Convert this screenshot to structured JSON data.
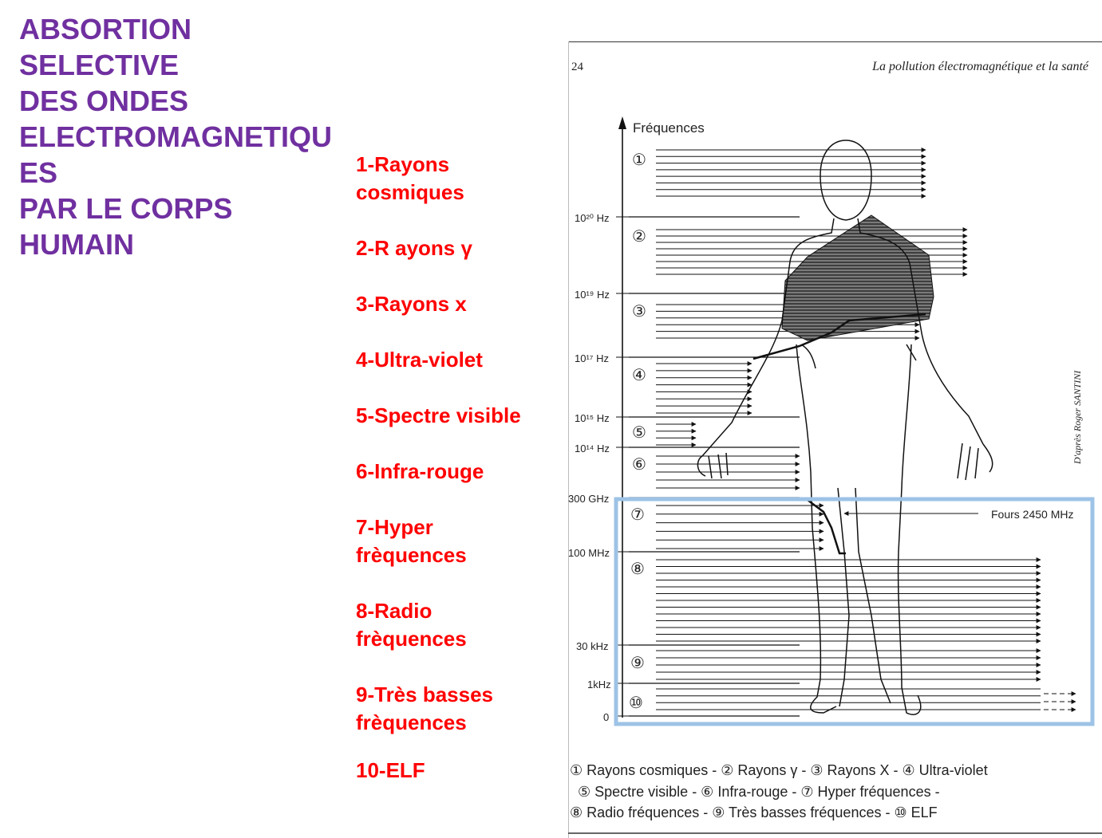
{
  "title_lines": [
    "ABSORTION",
    "SELECTIVE",
    "DES ONDES",
    "ELECTROMAGNETIQU",
    "ES",
    "PAR LE CORPS",
    "HUMAIN"
  ],
  "legend_items": [
    {
      "line1": "1-Rayons",
      "line2": "cosmiques"
    },
    {
      "line1": "2-R ayons γ",
      "line2": ""
    },
    {
      "line1": "3-Rayons x",
      "line2": ""
    },
    {
      "line1": "4-Ultra-violet",
      "line2": ""
    },
    {
      "line1": "5-Spectre visible",
      "line2": ""
    },
    {
      "line1": "6-Infra-rouge",
      "line2": ""
    },
    {
      "line1": "7-Hyper",
      "line2": "frèquences"
    },
    {
      "line1": "8-Radio",
      "line2": "frèquences"
    },
    {
      "line1": "9-Très basses",
      "line2": "frèquences"
    },
    {
      "line1": "10-ELF",
      "line2": ""
    }
  ],
  "scan": {
    "page_number": "24",
    "book_title": "La pollution électromagnétique et la santé",
    "axis_label": "Fréquences",
    "credit": "D'après Roger SANTINI",
    "oven_label": "Fours 2450 MHz",
    "frequency_ticks": [
      "10²⁰ Hz",
      "10¹⁹ Hz",
      "10¹⁷ Hz",
      "10¹⁵ Hz",
      "10¹⁴ Hz",
      "300 GHz",
      "100 MHz",
      "30 kHz",
      "1kHz",
      "0"
    ],
    "band_numbers": [
      "①",
      "②",
      "③",
      "④",
      "⑤",
      "⑥",
      "⑦",
      "⑧",
      "⑨",
      "⑩"
    ],
    "caption_lines": [
      "① Rayons cosmiques - ② Rayons γ - ③ Rayons X - ④ Ultra-violet",
      "⑤ Spectre visible - ⑥ Infra-rouge - ⑦ Hyper fréquences -",
      "⑧ Radio fréquences - ⑨ Très basses fréquences - ⑩ ELF"
    ]
  },
  "colors": {
    "title": "#7030a0",
    "legend": "#ff0000",
    "highlight_frame": "#9dc3e6"
  }
}
